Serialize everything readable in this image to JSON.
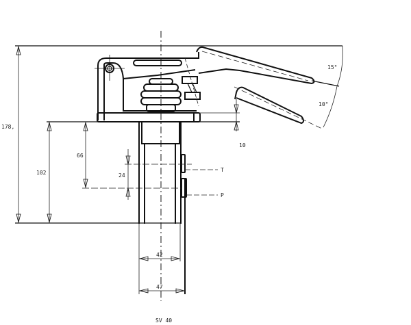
{
  "drawing": {
    "title": "SV 40",
    "dimensions": {
      "total_height": "178,",
      "base_height": "102",
      "port_t_height": "66",
      "port_spacing": "24",
      "lever_offset": "10",
      "inner_width": "42",
      "outer_width": "47",
      "angle_upper": "15°",
      "angle_lower": "10°"
    },
    "ports": {
      "t": "T",
      "p": "P"
    }
  }
}
